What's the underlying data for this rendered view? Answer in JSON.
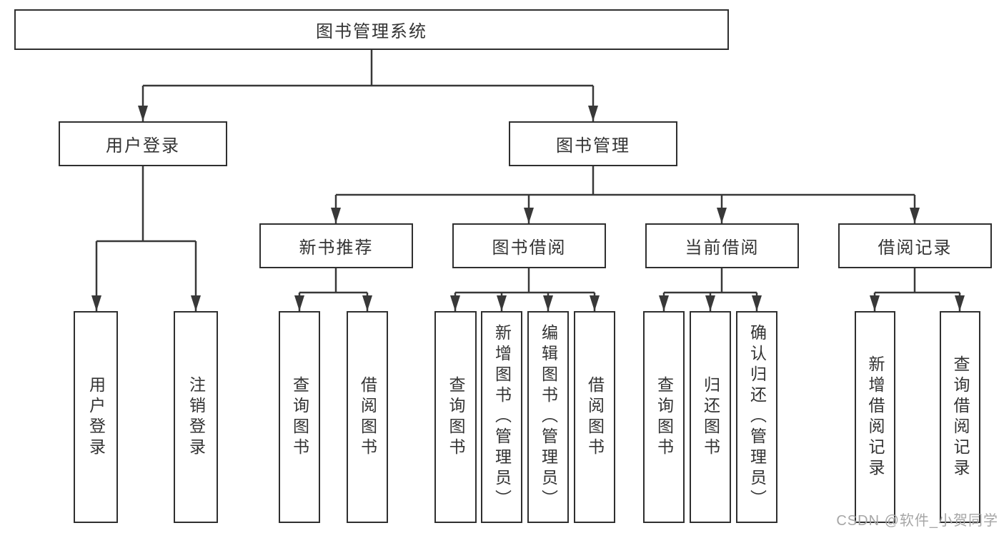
{
  "diagram": {
    "root": {
      "label": "图书管理系统"
    },
    "branches": [
      {
        "label": "用户登录",
        "children": [
          "用户登录",
          "注销登录"
        ]
      },
      {
        "label": "图书管理",
        "sections": [
          {
            "label": "新书推荐",
            "children": [
              "查询图书",
              "借阅图书"
            ]
          },
          {
            "label": "图书借阅",
            "children": [
              "查询图书",
              "新增图书（管理员）",
              "编辑图书（管理员）",
              "借阅图书"
            ]
          },
          {
            "label": "当前借阅",
            "children": [
              "查询图书",
              "归还图书",
              "确认归还（管理员）"
            ]
          },
          {
            "label": "借阅记录",
            "children": [
              "新增借阅记录",
              "查询借阅记录"
            ]
          }
        ]
      }
    ],
    "watermark": "CSDN @软件_小贺同学",
    "colors": {
      "line": "#383838",
      "box_border": "#2f2f2f",
      "text": "#333333",
      "watermark": "#a6a6a6",
      "background": "#ffffff"
    }
  }
}
